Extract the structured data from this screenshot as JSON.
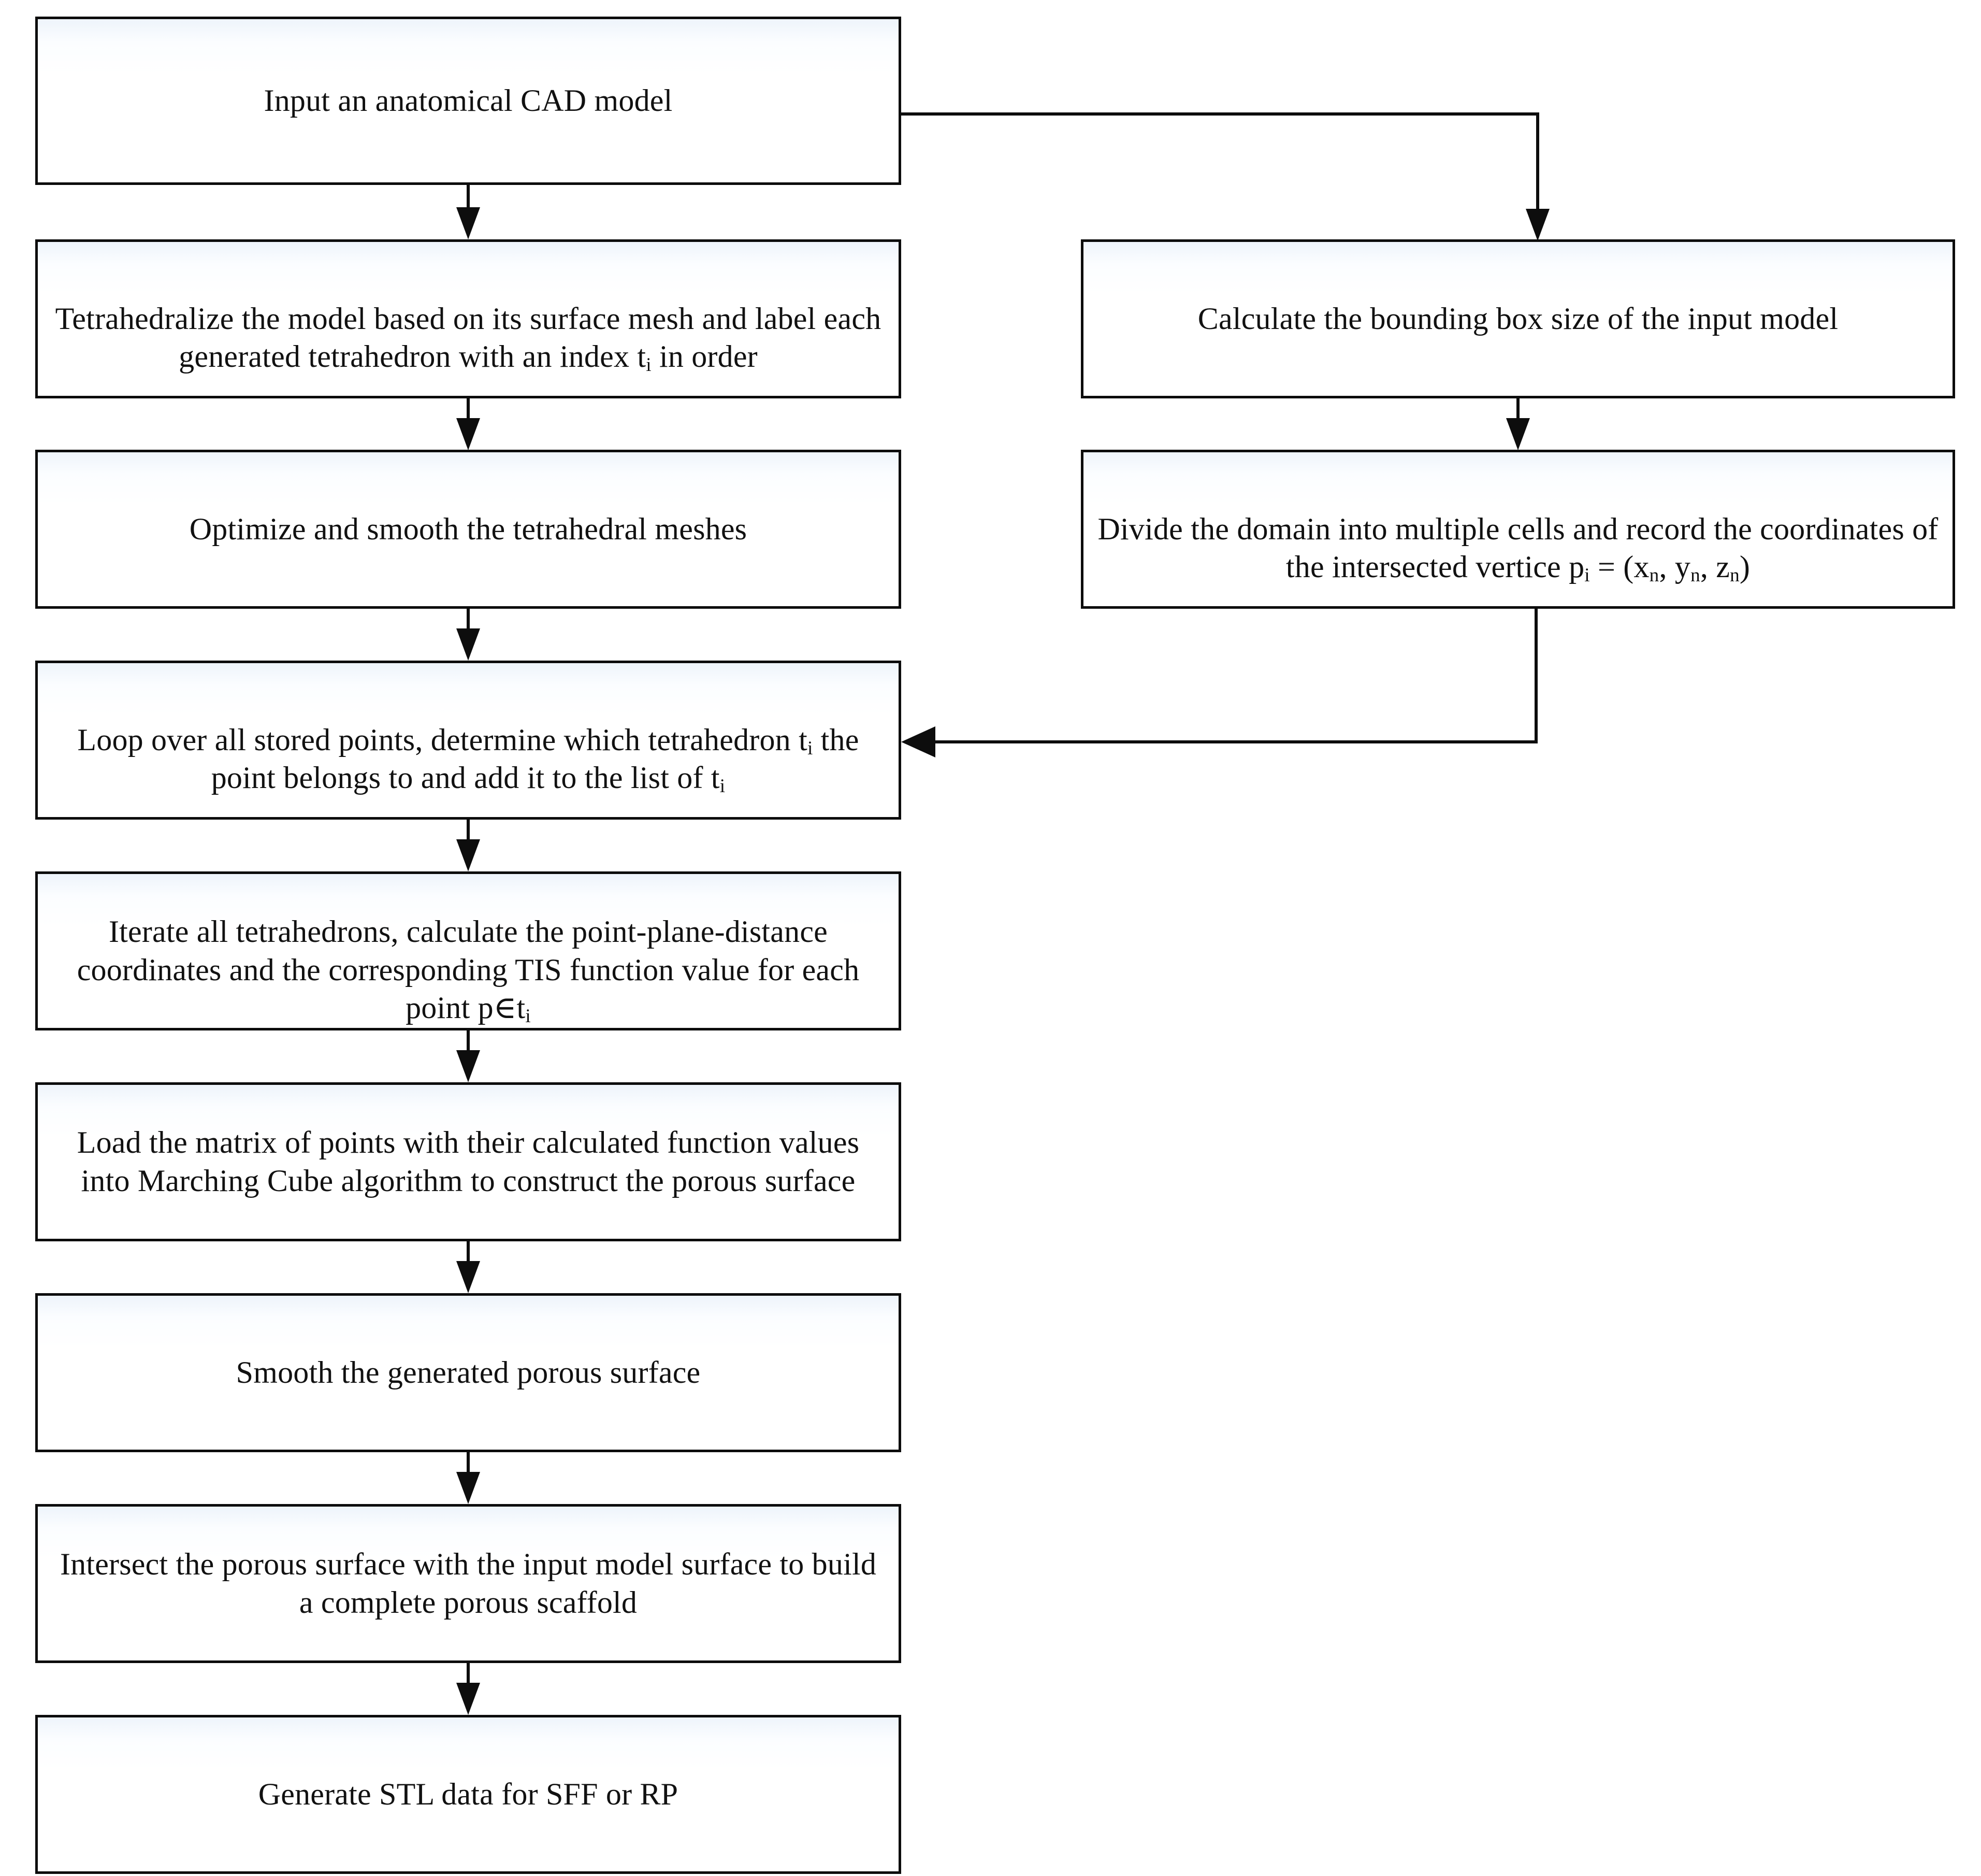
{
  "diagram": {
    "title": "Porous scaffold generation workflow flowchart",
    "type": "flowchart",
    "orientation": "two-column, top-to-bottom",
    "colors": {
      "box_border": "#0c0c0c",
      "box_fill_top": "#eef4fb",
      "box_fill_bottom": "#ffffff",
      "connector": "#0d0d0d",
      "text": "#111111",
      "background": "#ffffff"
    }
  },
  "left_column": {
    "nodes": [
      {
        "id": "input-cad-model",
        "text": "Input an anatomical CAD model"
      },
      {
        "id": "tetrahedralize",
        "text_parts": [
          "Tetrahedralize the model based on its surface mesh and label each generated tetrahedron with an index t",
          "i",
          " in order"
        ]
      },
      {
        "id": "optimize-smooth",
        "text": "Optimize and smooth the tetrahedral meshes"
      },
      {
        "id": "loop-stored-points",
        "text_parts": [
          "Loop over all stored points, determine which tetrahedron t",
          "i",
          " the point belongs to and add it to the list of t",
          "i",
          ""
        ]
      },
      {
        "id": "iterate-tetrahedrons",
        "text_parts": [
          "Iterate all tetrahedrons, calculate the point-plane-distance coordinates and the corresponding TIS function value for each point p∈t",
          "i",
          ""
        ]
      },
      {
        "id": "load-matrix-marching-cube",
        "text": "Load the matrix of points with their calculated function values into Marching Cube algorithm to construct the porous surface"
      },
      {
        "id": "smooth-porous-surface",
        "text": "Smooth the generated porous surface"
      },
      {
        "id": "intersect-porous-surface",
        "text": "Intersect the porous surface with the input model surface to build a complete porous scaffold"
      },
      {
        "id": "generate-stl",
        "text": "Generate STL data for SFF or RP"
      }
    ]
  },
  "right_column": {
    "nodes": [
      {
        "id": "bounding-box-size",
        "text": "Calculate the bounding box size of the input model"
      },
      {
        "id": "divide-domain-cells",
        "text_parts": [
          "Divide the domain into multiple cells and record the coordinates of the intersected vertice p",
          "i",
          " = (x",
          "n",
          ", y",
          "n",
          ", z",
          "n",
          ")"
        ]
      }
    ]
  },
  "connectors": [
    {
      "id": "input-to-tetrahedralize",
      "from": "input-cad-model",
      "to": "tetrahedralize",
      "style": "straight-down-arrow"
    },
    {
      "id": "input-to-bounding-box",
      "from": "input-cad-model",
      "to": "bounding-box-size",
      "style": "right-then-down-arrow"
    },
    {
      "id": "tetrahedralize-to-optimize",
      "from": "tetrahedralize",
      "to": "optimize-smooth",
      "style": "straight-down-arrow"
    },
    {
      "id": "bounding-box-to-divide",
      "from": "bounding-box-size",
      "to": "divide-domain-cells",
      "style": "straight-down-arrow"
    },
    {
      "id": "optimize-to-loop",
      "from": "optimize-smooth",
      "to": "loop-stored-points",
      "style": "straight-down-arrow"
    },
    {
      "id": "divide-to-loop",
      "from": "divide-domain-cells",
      "to": "loop-stored-points",
      "style": "down-then-left-arrow"
    },
    {
      "id": "loop-to-iterate",
      "from": "loop-stored-points",
      "to": "iterate-tetrahedrons",
      "style": "straight-down-arrow"
    },
    {
      "id": "iterate-to-load",
      "from": "iterate-tetrahedrons",
      "to": "load-matrix-marching-cube",
      "style": "straight-down-arrow"
    },
    {
      "id": "load-to-smooth",
      "from": "load-matrix-marching-cube",
      "to": "smooth-porous-surface",
      "style": "straight-down-arrow"
    },
    {
      "id": "smooth-to-intersect",
      "from": "smooth-porous-surface",
      "to": "intersect-porous-surface",
      "style": "straight-down-arrow"
    },
    {
      "id": "intersect-to-generate",
      "from": "intersect-porous-surface",
      "to": "generate-stl",
      "style": "straight-down-arrow"
    }
  ]
}
